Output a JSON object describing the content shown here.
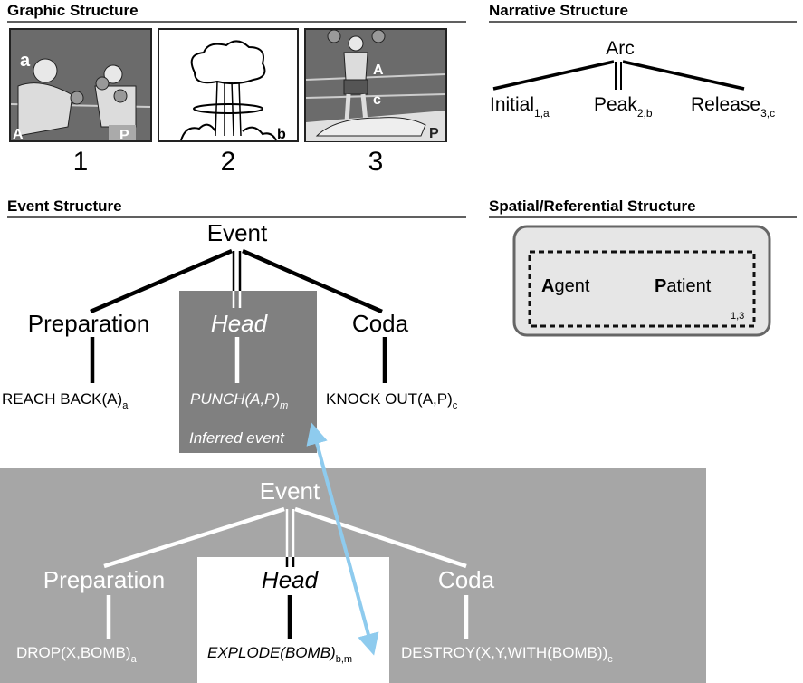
{
  "sections": {
    "graphic": "Graphic Structure",
    "narrative": "Narrative Structure",
    "event": "Event Structure",
    "spatial": "Spatial/Referential Structure"
  },
  "panels": [
    {
      "number": "1",
      "labels": [
        "a",
        "A",
        "P"
      ],
      "content": "boxing-punch-drawing"
    },
    {
      "number": "2",
      "labels": [
        "b"
      ],
      "content": "mushroom-cloud-drawing"
    },
    {
      "number": "3",
      "labels": [
        "A",
        "c",
        "P"
      ],
      "content": "boxer-knockout-drawing"
    }
  ],
  "narrative": {
    "root": "Arc",
    "nodes": [
      {
        "label": "Initial",
        "sub": "1,a"
      },
      {
        "label": "Peak",
        "sub": "2,b"
      },
      {
        "label": "Release",
        "sub": "3,c"
      }
    ]
  },
  "spatial": {
    "agent_initial": "A",
    "agent_rest": "gent",
    "patient_initial": "P",
    "patient_rest": "atient",
    "sub": "1,3"
  },
  "event_top": {
    "root": "Event",
    "preparation": "Preparation",
    "head": "Head",
    "coda": "Coda",
    "prep_leaf": "REACH BACK(A)",
    "prep_sub": "a",
    "head_leaf": "PUNCH(A,P)",
    "head_sub": "m",
    "coda_leaf": "KNOCK OUT(A,P)",
    "coda_sub": "c",
    "inferred": "Inferred event"
  },
  "event_bottom": {
    "root": "Event",
    "preparation": "Preparation",
    "head": "Head",
    "coda": "Coda",
    "prep_leaf": "DROP(X,BOMB)",
    "prep_sub": "a",
    "head_leaf": "EXPLODE(BOMB)",
    "head_sub": "b,m",
    "coda_leaf": "DESTROY(X,Y,WITH(BOMB))",
    "coda_sub": "c"
  },
  "colors": {
    "head_box": "#808080",
    "bottom_box": "#a6a6a6",
    "arrow": "#8ecbee",
    "spatial_fill": "#e6e6e6"
  }
}
